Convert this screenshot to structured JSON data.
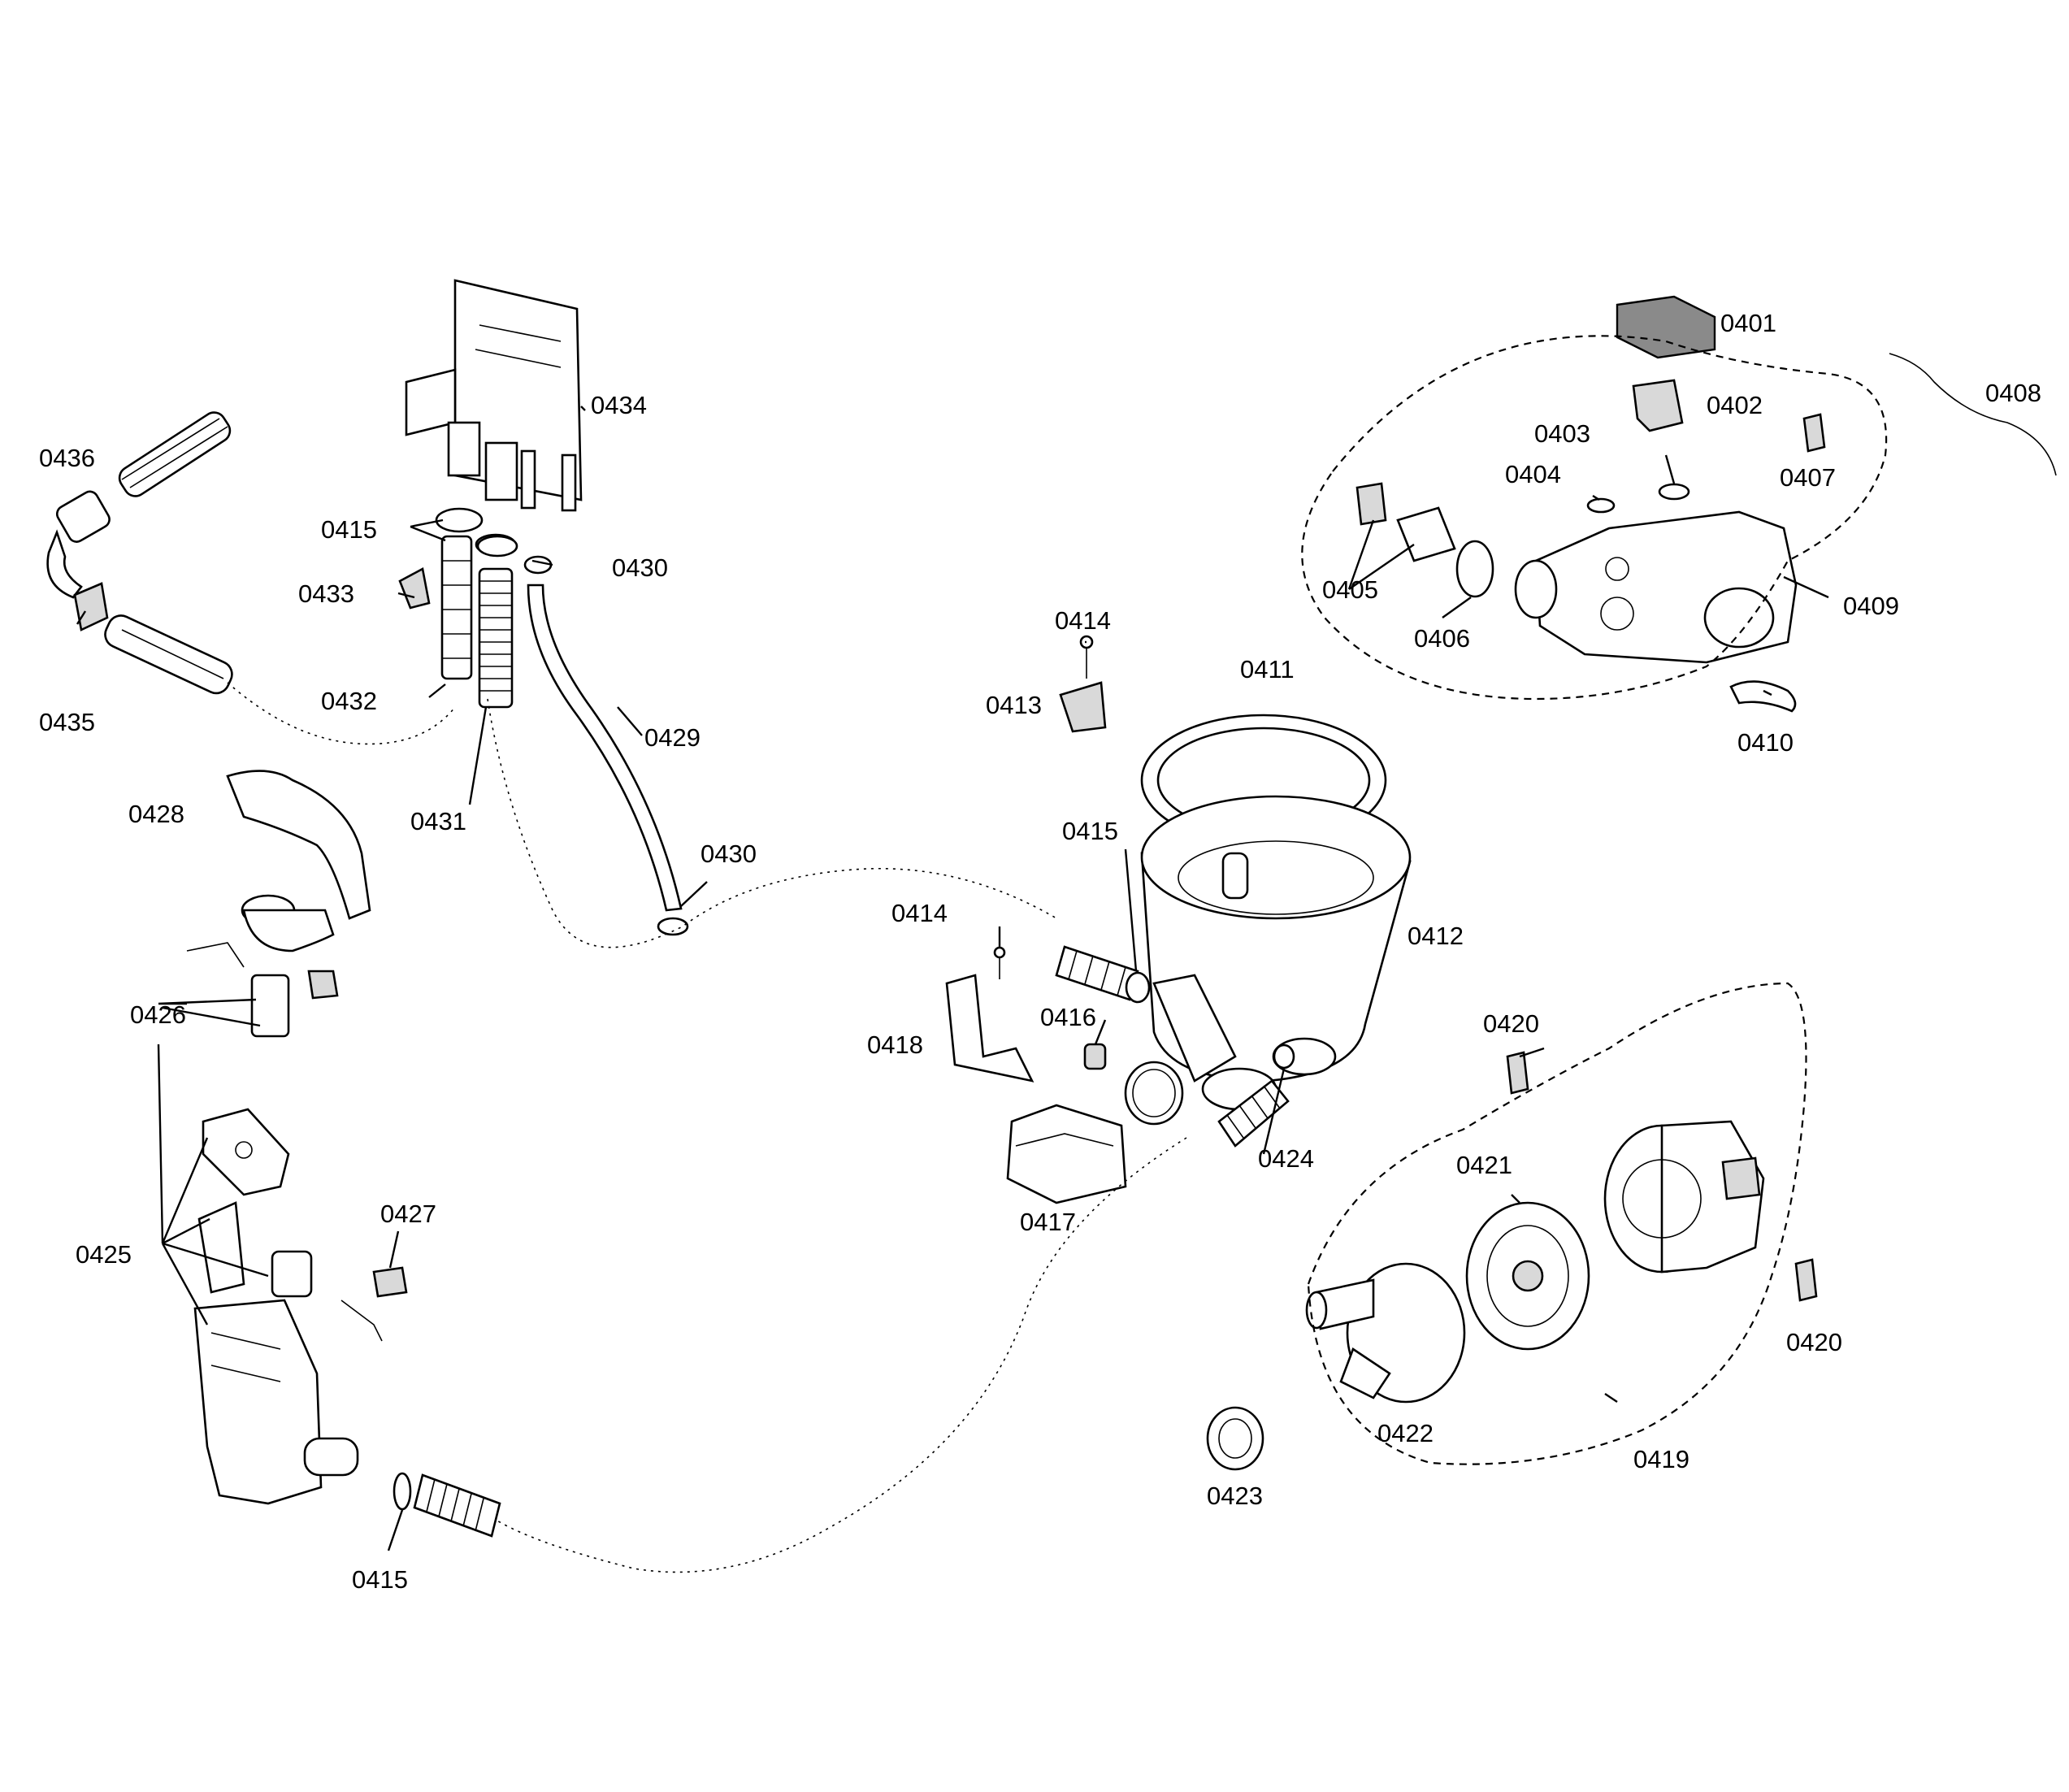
{
  "diagram": {
    "labels": {
      "p0401": "0401",
      "p0402": "0402",
      "p0403": "0403",
      "p0404": "0404",
      "p0405": "0405",
      "p0406": "0406",
      "p0407": "0407",
      "p0408": "0408",
      "p0409": "0409",
      "p0410": "0410",
      "p0411": "0411",
      "p0412": "0412",
      "p0413": "0413",
      "p0414a": "0414",
      "p0414b": "0414",
      "p0415a": "0415",
      "p0415b": "0415",
      "p0415c": "0415",
      "p0416": "0416",
      "p0417": "0417",
      "p0418": "0418",
      "p0419": "0419",
      "p0420a": "0420",
      "p0420b": "0420",
      "p0421": "0421",
      "p0422": "0422",
      "p0423": "0423",
      "p0424": "0424",
      "p0425": "0425",
      "p0426": "0426",
      "p0427": "0427",
      "p0428": "0428",
      "p0429": "0429",
      "p0430a": "0430",
      "p0430b": "0430",
      "p0431": "0431",
      "p0432": "0432",
      "p0433": "0433",
      "p0434": "0434",
      "p0435": "0435",
      "p0436": "0436"
    }
  }
}
